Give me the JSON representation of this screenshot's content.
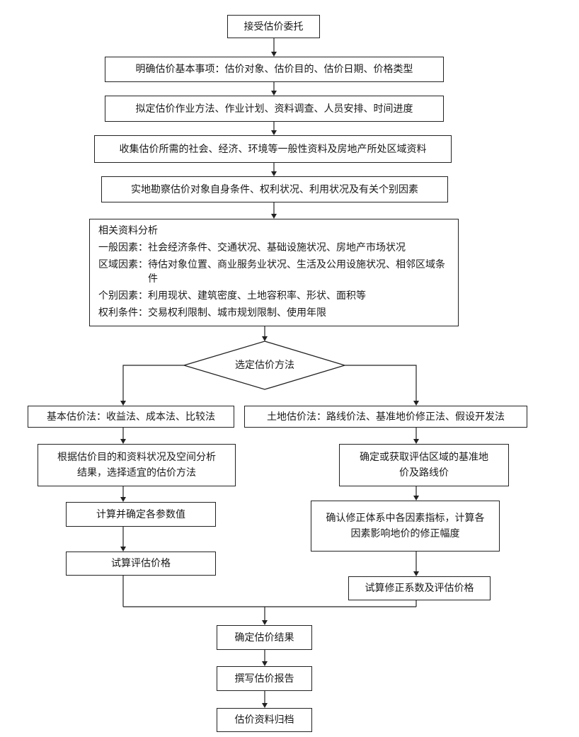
{
  "steps": {
    "accept": "接受估价委托",
    "clarify": "明确估价基本事项：估价对象、估价目的、估价日期、价格类型",
    "plan": "拟定估价作业方法、作业计划、资料调查、人员安排、时间进度",
    "collect": "收集估价所需的社会、经济、环境等一般性资料及房地产所处区域资料",
    "survey": "实地勘察估价对象自身条件、权利状况、利用状况及有关个别因素"
  },
  "analysis": {
    "title": "相关资料分析",
    "rows": [
      {
        "key": "一般因素：",
        "value": "社会经济条件、交通状况、基础设施状况、房地产市场状况"
      },
      {
        "key": "区域因素：",
        "value": "待估对象位置、商业服务业状况、生活及公用设施状况、相邻区域条件"
      },
      {
        "key": "个别因素：",
        "value": "利用现状、建筑密度、土地容积率、形状、面积等"
      },
      {
        "key": "权利条件：",
        "value": "交易权利限制、城市规划限制、使用年限"
      }
    ]
  },
  "decision": "选定估价方法",
  "left_branch": {
    "methods": "基本估价法：收益法、成本法、比较法",
    "select_line1": "根据估价目的和资料状况及空间分析",
    "select_line2": "结果，选择适宜的估价方法",
    "params": "计算并确定各参数值",
    "trial": "试算评估价格"
  },
  "right_branch": {
    "methods": "土地估价法：路线价法、基准地价修正法、假设开发法",
    "base_line1": "确定或获取评估区域的基准地",
    "base_line2": "价及路线价",
    "factor_line1": "确认修正体系中各因素指标，计算各",
    "factor_line2": "因素影响地价的修正幅度",
    "trial": "试算修正系数及评估价格"
  },
  "final": {
    "result": "确定估价结果",
    "report": "撰写估价报告",
    "archive": "估价资料归档"
  }
}
